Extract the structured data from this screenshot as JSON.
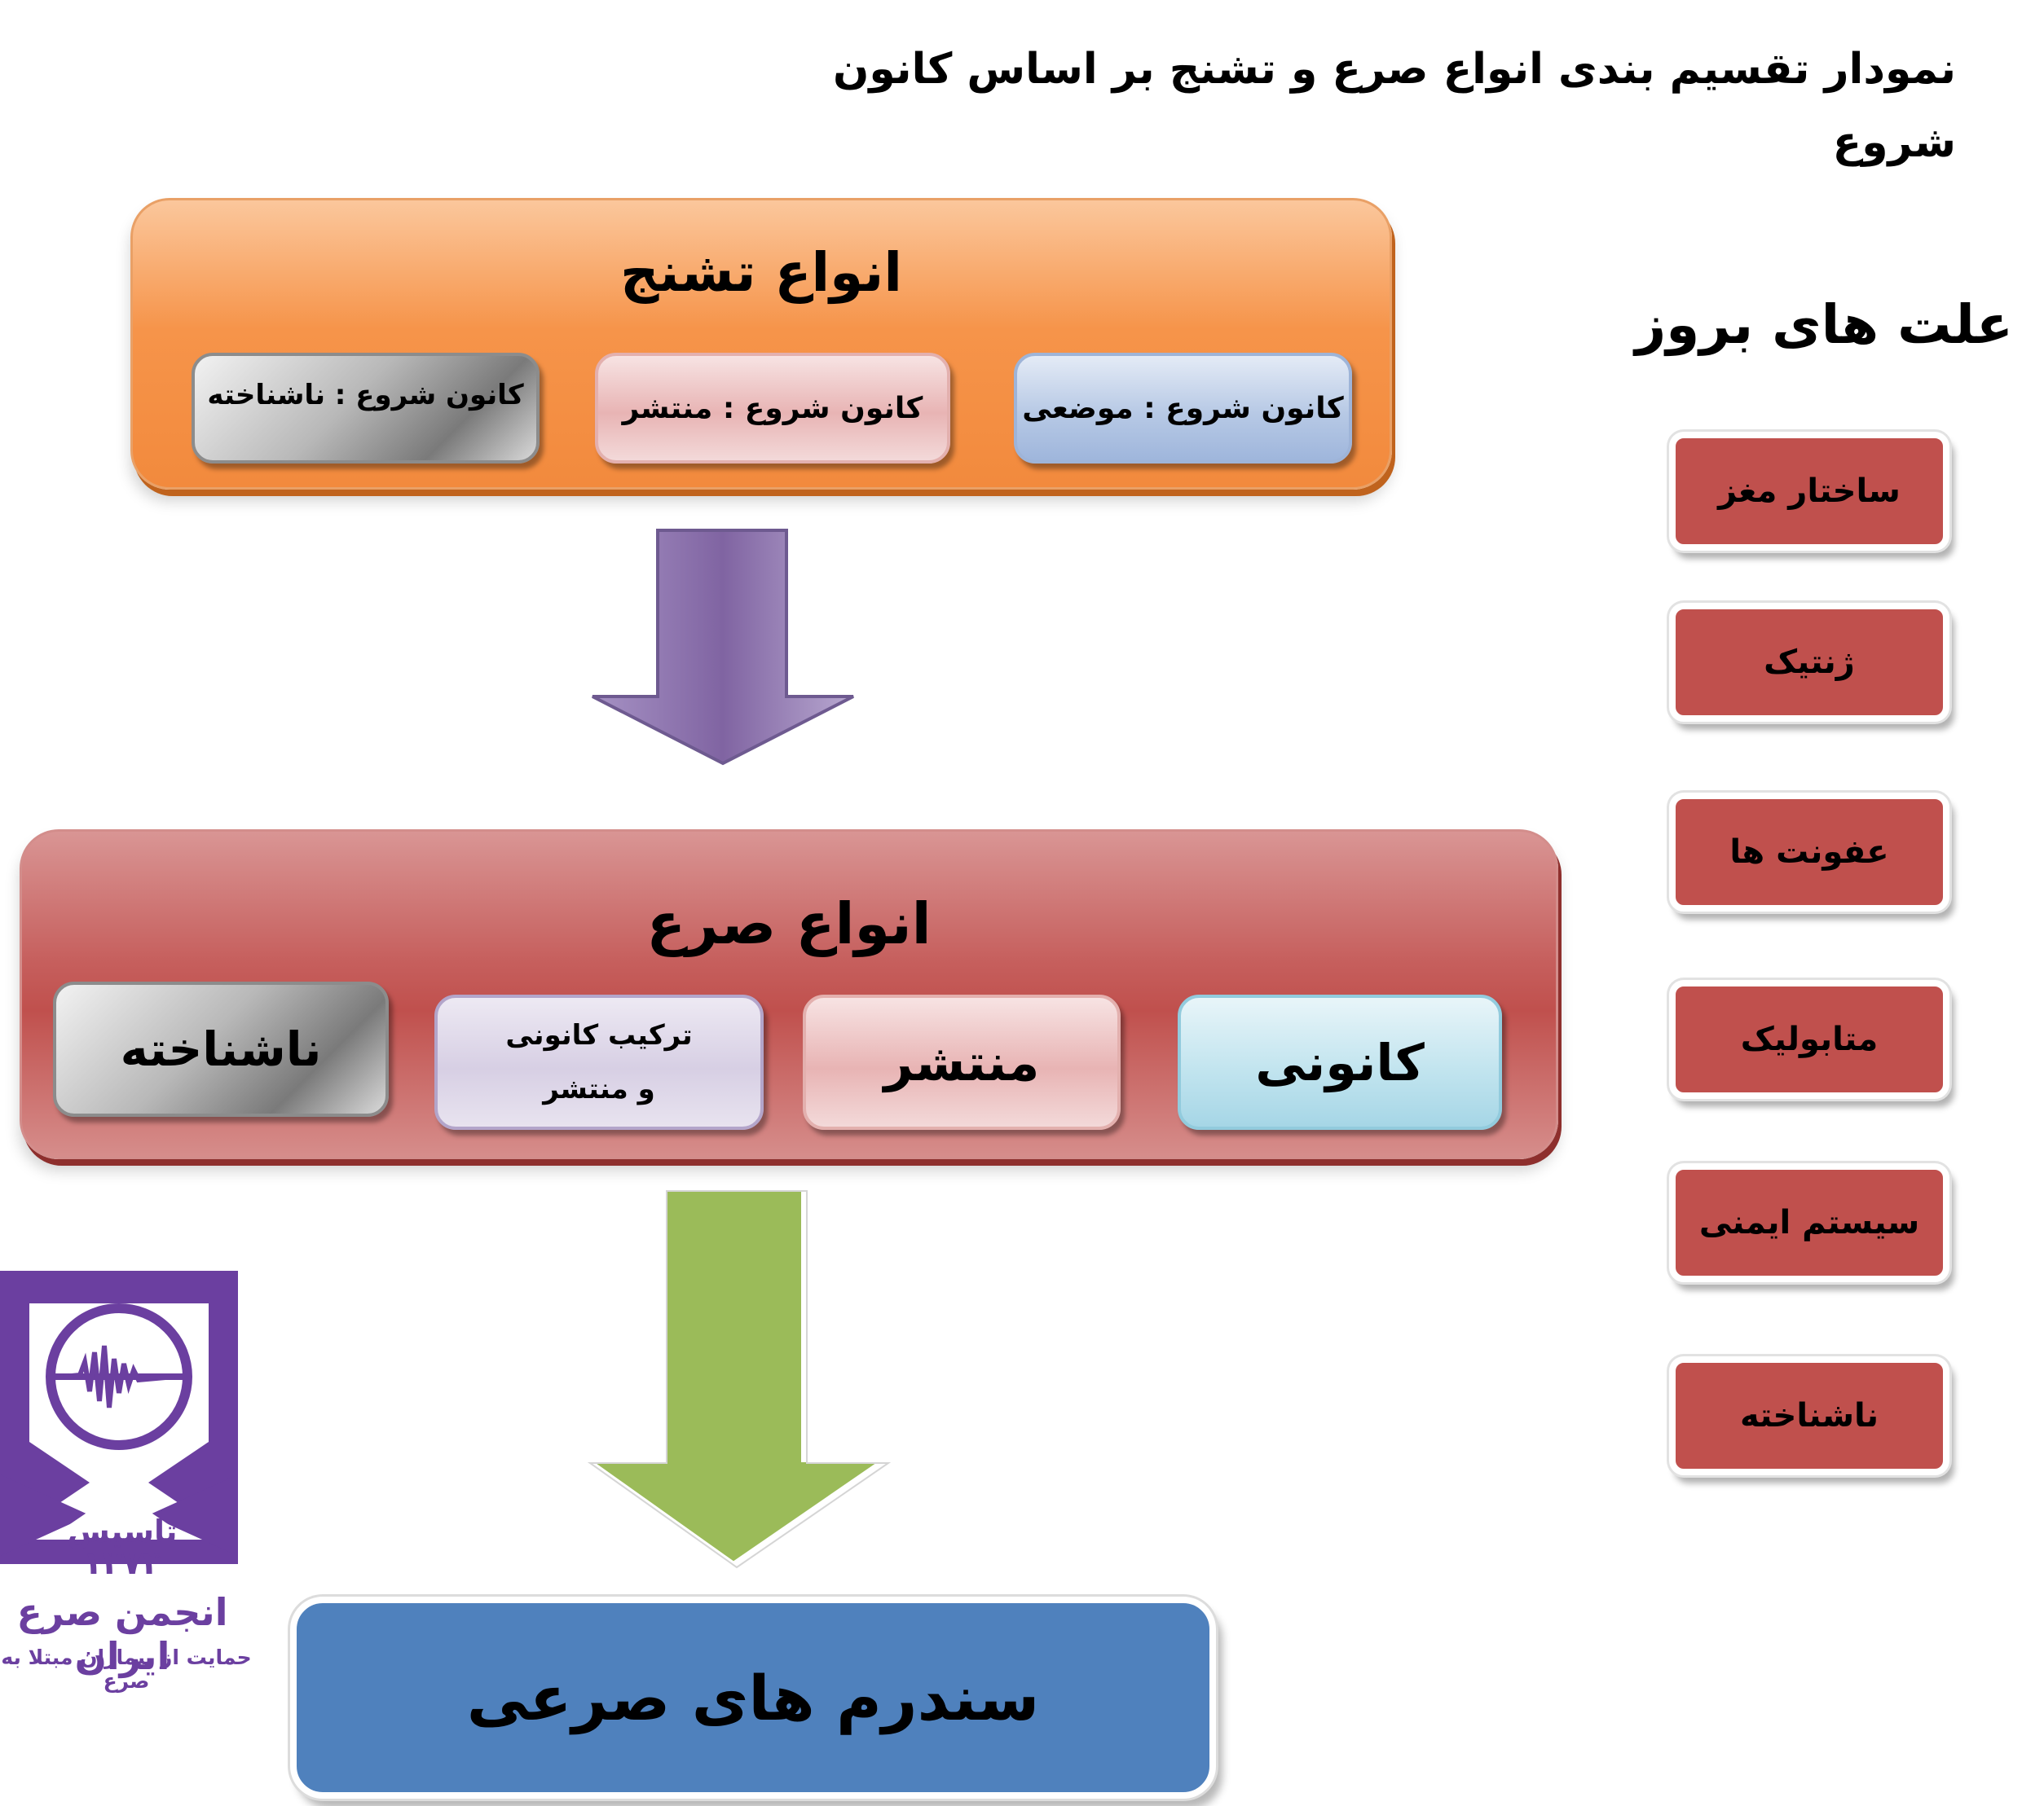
{
  "title": "نمودار تقسیم بندی انواع صرع و تشنج بر اساس کانون شروع",
  "seizure_types": {
    "title": "انواع تشنج",
    "items": [
      "کانون شروع : موضعی",
      "کانون شروع : منتشر",
      "کانون شروع : ناشناخته"
    ]
  },
  "epilepsy_types": {
    "title": "انواع صرع",
    "items": [
      "کانونی",
      "منتشر",
      "ترکیب کانونی و منتشر",
      "ناشناخته"
    ]
  },
  "causes": {
    "title": "علت های  بروز",
    "items": [
      "ساختار مغز",
      "ژنتیک",
      "عفونت ها",
      "متابولیک",
      "سیستم ایمنی",
      "ناشناخته"
    ]
  },
  "result": "سندرم های صرعی",
  "logo": {
    "founded_label": "تاسیس",
    "founded_year": "۱۳۷۴",
    "name": "انجمن صرع ایران",
    "tagline": "حمایت از بیماران مبتلا به صرع"
  },
  "colors": {
    "seizure_panel": "#f79646",
    "epilepsy_panel": "#c0504d",
    "cause_box": "#c0504d",
    "result_box": "#4f81bd",
    "arrow_purple": "#8064a2",
    "arrow_green": "#9bbb59",
    "logo_purple": "#6b3fa0"
  }
}
